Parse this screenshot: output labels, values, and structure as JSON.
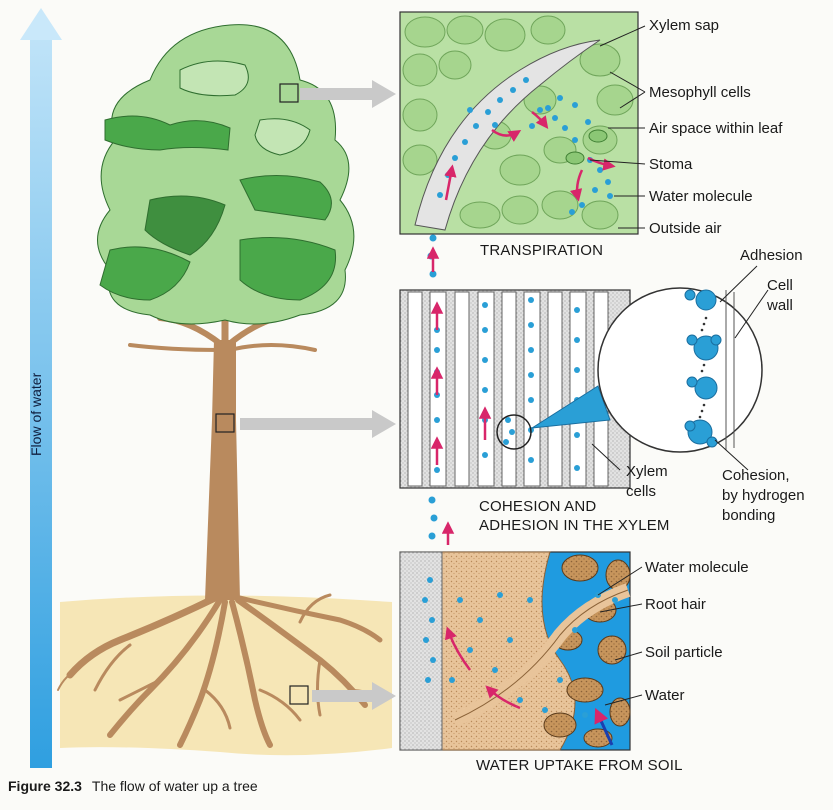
{
  "figure": {
    "number": "Figure 32.3",
    "caption": "The flow of water up a tree"
  },
  "axis_label": "Flow of water",
  "panels": {
    "transpiration": {
      "caption": "TRANSPIRATION",
      "labels": [
        "Xylem sap",
        "Mesophyll cells",
        "Air space within leaf",
        "Stoma",
        "Water molecule",
        "Outside air"
      ]
    },
    "xylem": {
      "caption_line1": "COHESION AND",
      "caption_line2": "ADHESION IN THE XYLEM",
      "labels": {
        "xylem_cells_1": "Xylem",
        "xylem_cells_2": "cells",
        "adhesion": "Adhesion",
        "cell_wall_1": "Cell",
        "cell_wall_2": "wall",
        "cohesion_1": "Cohesion,",
        "cohesion_2": "by hydrogen",
        "cohesion_3": "bonding"
      }
    },
    "soil": {
      "caption": "WATER UPTAKE FROM SOIL",
      "labels": [
        "Water molecule",
        "Root hair",
        "Soil particle",
        "Water"
      ]
    }
  },
  "colors": {
    "water": "#2a9fd6",
    "arrow": "#d8266a",
    "leaf_light": "#a8d896",
    "leaf_dark": "#4aa84a",
    "trunk": "#b98a5e",
    "soil": "#f3e4b4",
    "flow_bar": "#3ba8e0"
  }
}
